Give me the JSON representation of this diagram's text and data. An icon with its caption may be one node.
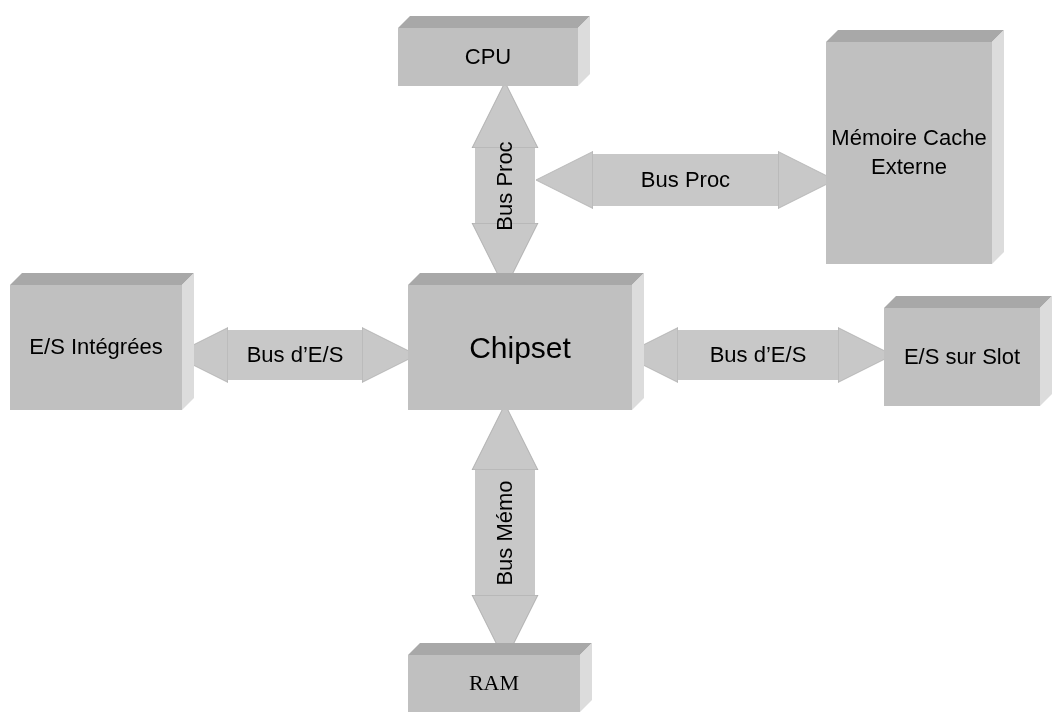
{
  "diagram": {
    "nodes": [
      {
        "text": [
          "CPU"
        ]
      },
      {
        "text": [
          "Mémoire Cache Externe"
        ]
      },
      {
        "text": [
          "E/S Intégrées"
        ]
      },
      {
        "text": [
          "Chipset"
        ]
      },
      {
        "text": [
          "E/S sur Slot"
        ]
      },
      {
        "text": [
          "RAM"
        ]
      }
    ],
    "edges": [
      {
        "from": 0,
        "to": 3,
        "arrow": "both",
        "label": "Bus Proc"
      },
      {
        "from": 0,
        "to": 1,
        "arrow": "both",
        "label": "Bus Proc"
      },
      {
        "from": 2,
        "to": 3,
        "arrow": "both",
        "label": "Bus d’E/S"
      },
      {
        "from": 3,
        "to": 4,
        "arrow": "both",
        "label": "Bus d’E/S"
      },
      {
        "from": 3,
        "to": 5,
        "arrow": "both",
        "label": "Bus Mémo"
      }
    ]
  }
}
